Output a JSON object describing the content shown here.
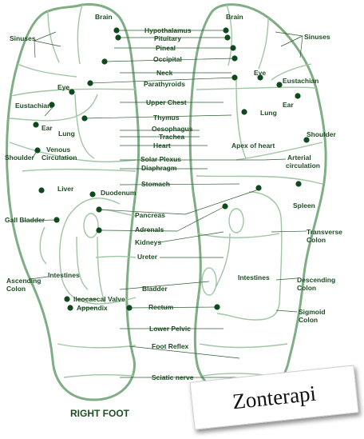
{
  "title": "RIGHT FOOT",
  "badge": "Zonterapi",
  "colors": {
    "outline": "#7fae84",
    "text": "#1d4d22",
    "dot": "#0f4a1c"
  },
  "labels": {
    "brain_left": "Brain",
    "brain_right": "Brain",
    "sinuses_left": "Sinuses",
    "sinuses_right": "Sinuses",
    "hypothalamus": "Hypothalamus",
    "pituitary": "Pituitary",
    "pineal": "Pineal",
    "occipital": "Occipital",
    "neck": "Neck",
    "parathyroids": "Parathyroids",
    "eye_left": "Eye",
    "eye_right": "Eye",
    "eustachian_left": "Eustachian",
    "eustachian_right": "Eustachian",
    "ear_left": "Ear",
    "ear_right": "Ear",
    "upper_chest": "Upper Chest",
    "thymus": "Thymus",
    "lung_left": "Lung",
    "lung_right": "Lung",
    "oesophagus": "Oesophagus",
    "trachea": "Trachea",
    "heart": "Heart",
    "apex_of_heart": "Apex of heart",
    "shoulder_left": "Shoulder",
    "shoulder_right": "Shoulder",
    "venous_1": "Venous",
    "venous_2": "Circulation",
    "solar_plexus": "Solar Plexus",
    "diaphragm": "Diaphragm",
    "arterial_1": "Arterial",
    "arterial_2": "circulation",
    "liver": "Liver",
    "duodenum": "Duodenum",
    "stomach": "Stomach",
    "spleen": "Spleen",
    "gall_bladder": "Gall Bladder",
    "pancreas": "Pancreas",
    "adrenals": "Adrenals",
    "kidneys": "Kidneys",
    "transverse_1": "Transverse",
    "transverse_2": "Colon",
    "ureter": "Ureter",
    "intestines_left": "Intestines",
    "intestines_right": "Intestines",
    "ascending_1": "Ascending",
    "ascending_2": "Colon",
    "descending_1": "Descending",
    "descending_2": "Colon",
    "bladder": "Bladder",
    "ileocaecal": "Ileocaecal Valve",
    "appendix": "Appendix",
    "rectum": "Rectum",
    "sigmoid_1": "Sigmoid",
    "sigmoid_2": "Colon",
    "lower_pelvic": "Lower Pelvic",
    "foot_reflex": "Foot Reflex",
    "sciatic_nerve": "Sciatic nerve"
  }
}
